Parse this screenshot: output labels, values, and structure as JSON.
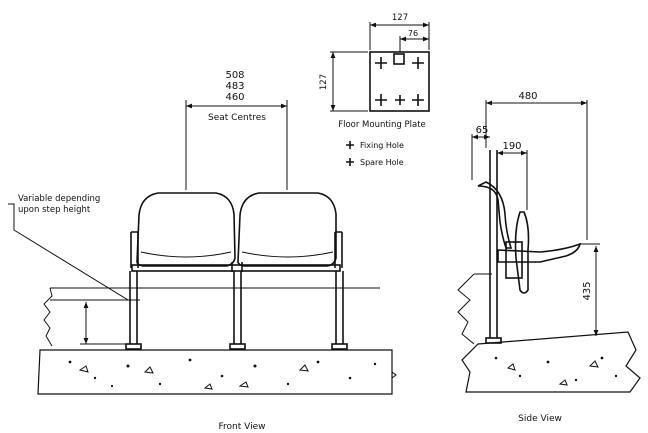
{
  "front_view": {
    "seat_centres": [
      "508",
      "483",
      "460"
    ],
    "seat_centres_label": "Seat Centres",
    "note_line1": "Variable depending",
    "note_line2": "upon step height",
    "caption": "Front View"
  },
  "plate": {
    "width": "127",
    "hole_spacing": "76",
    "height": "127",
    "caption": "Floor Mounting Plate",
    "legend_fixing": "Fixing Hole",
    "legend_spare": "Spare Hole"
  },
  "side_view": {
    "overall_depth": "480",
    "dim_65": "65",
    "dim_190": "190",
    "seat_height": "435",
    "caption": "Side View"
  }
}
